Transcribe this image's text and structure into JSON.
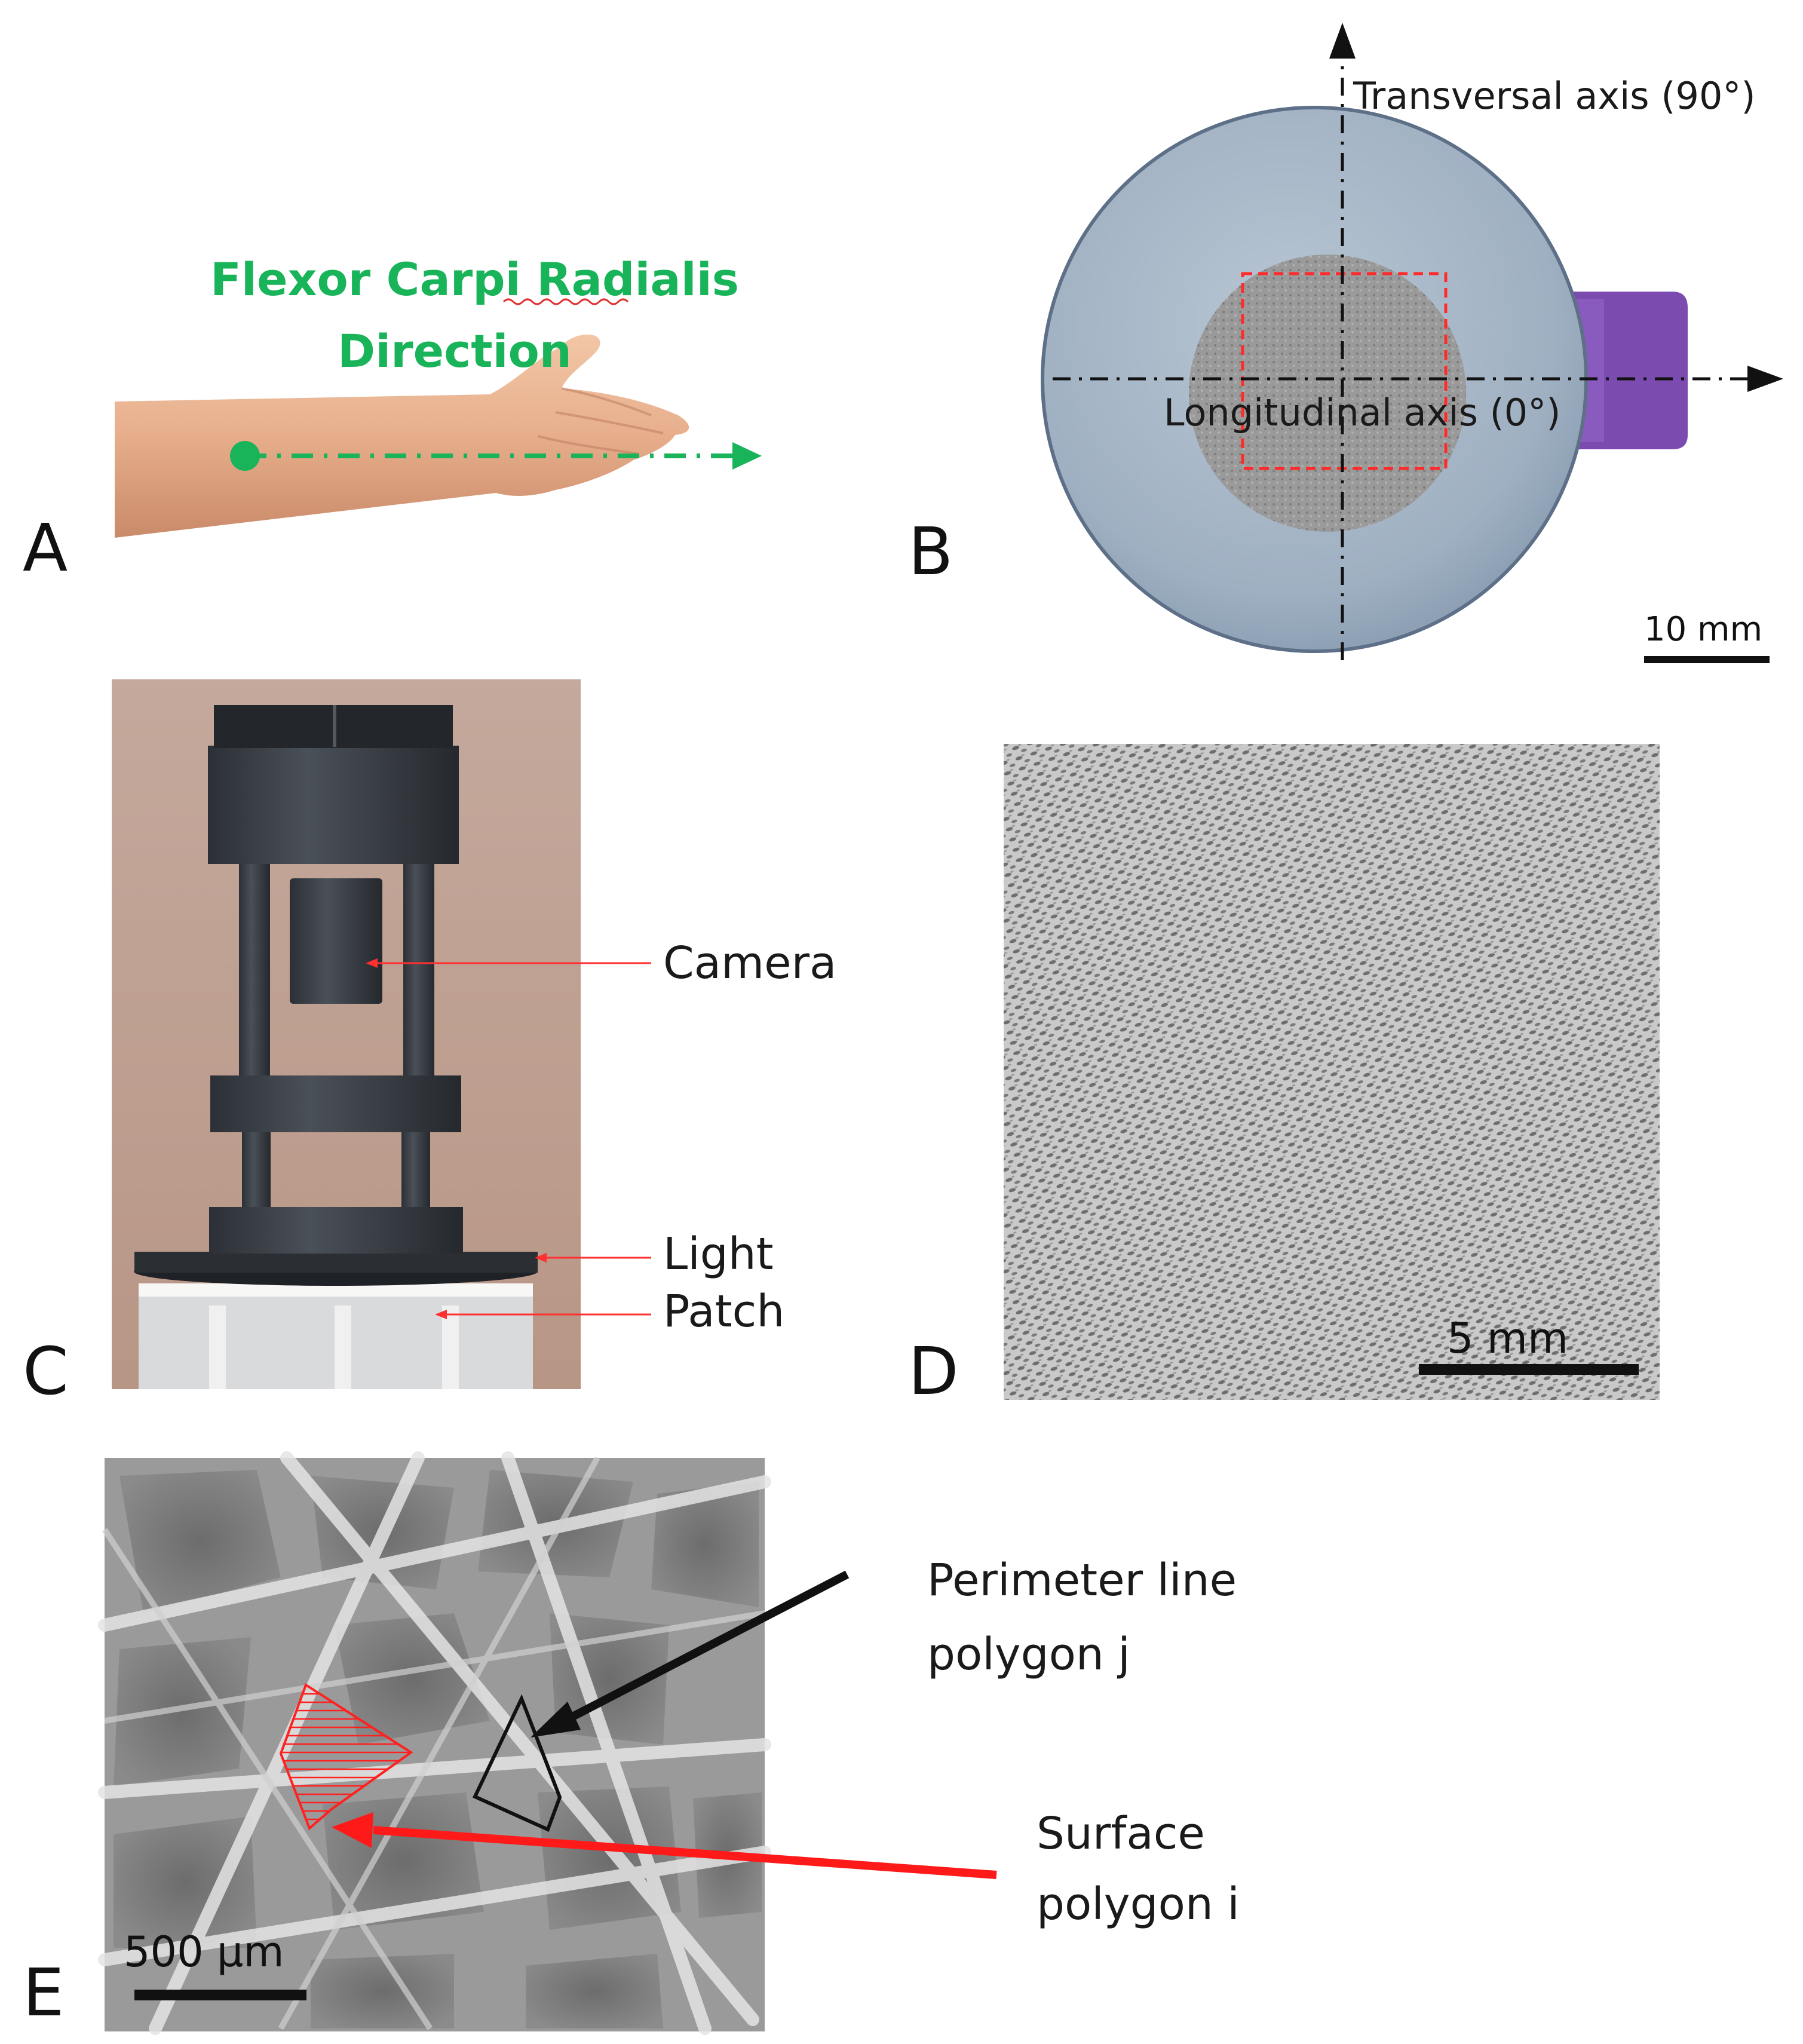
{
  "panels": {
    "A": {
      "letter": "A",
      "title_line1": "Flexor Carpi Radialis",
      "title_line2": "Direction",
      "annotation_color": "#19b45a"
    },
    "B": {
      "letter": "B",
      "transversal_label": "Transversal axis (90°)",
      "longitudinal_label": "Longitudinal axis (0°)",
      "scale_bar_label": "10 mm",
      "roi_color": "#ff2a2a"
    },
    "C": {
      "letter": "C",
      "camera_label": "Camera",
      "light_label": "Light",
      "patch_label": "Patch",
      "pointer_color": "#ff3030"
    },
    "D": {
      "letter": "D",
      "scale_bar_label": "5 mm"
    },
    "E": {
      "letter": "E",
      "perimeter_label_line1": "Perimeter line",
      "perimeter_label_line2": "polygon j",
      "surface_label_line1": "Surface",
      "surface_label_line2": "polygon i",
      "scale_bar_label": "500 µm",
      "surface_color": "#ff2020"
    }
  }
}
